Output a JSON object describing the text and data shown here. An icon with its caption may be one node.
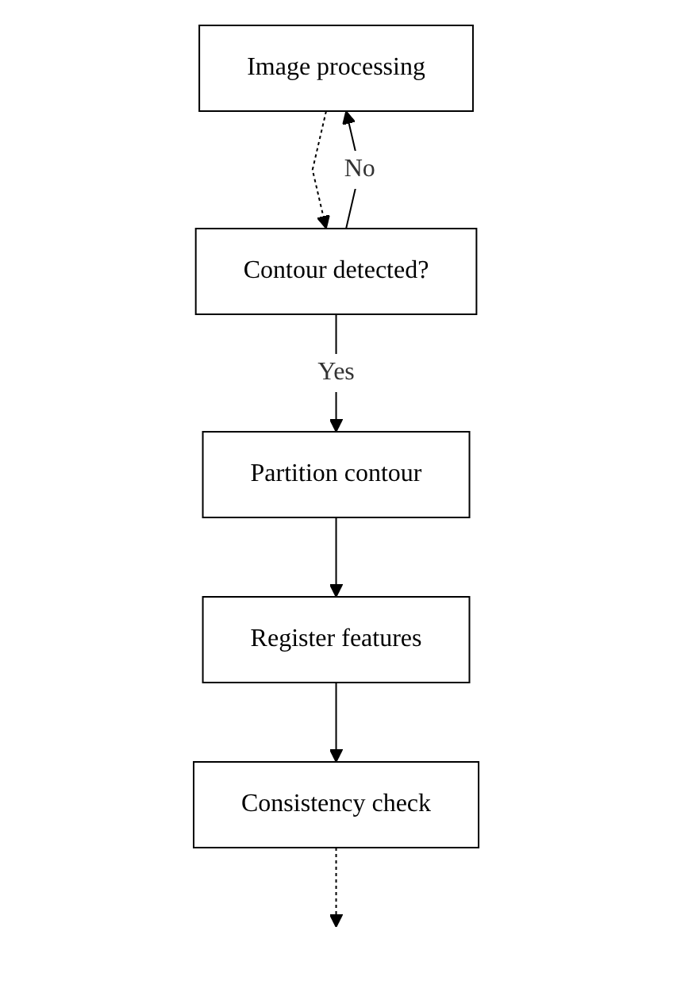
{
  "diagram": {
    "nodes": [
      {
        "text": [
          "Image processing"
        ]
      },
      {
        "text": [
          "Contour detected?"
        ]
      },
      {
        "text": [
          "Partition contour"
        ]
      },
      {
        "text": [
          "Register features"
        ]
      },
      {
        "text": [
          "Consistency check"
        ]
      }
    ],
    "edges": [
      {
        "from": 0,
        "to": 1,
        "arrow": "to",
        "style": "dashed"
      },
      {
        "from": 1,
        "to": 0,
        "arrow": "to",
        "label": "No"
      },
      {
        "from": 1,
        "to": 2,
        "arrow": "to",
        "label": "Yes"
      },
      {
        "from": 2,
        "to": 3,
        "arrow": "to"
      },
      {
        "from": 3,
        "to": 4,
        "arrow": "to"
      },
      {
        "from": 4,
        "to": null,
        "arrow": "to",
        "style": "dashed"
      }
    ]
  }
}
